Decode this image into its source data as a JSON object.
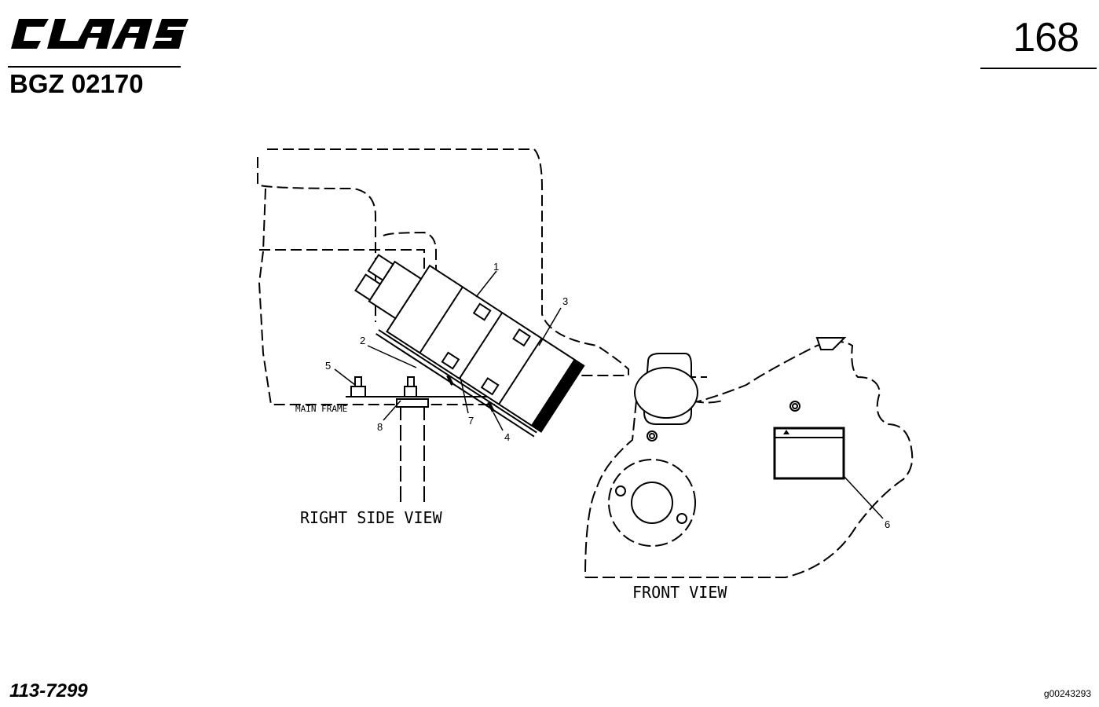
{
  "header": {
    "brand": "CLAAS",
    "page_number": "168",
    "group_code": "BGZ 02170"
  },
  "footer": {
    "part_number": "113-7299",
    "image_id": "g00243293"
  },
  "diagram": {
    "right_side_view_label": "RIGHT SIDE VIEW",
    "front_view_label": "FRONT VIEW",
    "main_frame_label": "MAIN FRAME",
    "callouts": [
      "1",
      "2",
      "3",
      "4",
      "5",
      "6",
      "7",
      "8"
    ]
  }
}
